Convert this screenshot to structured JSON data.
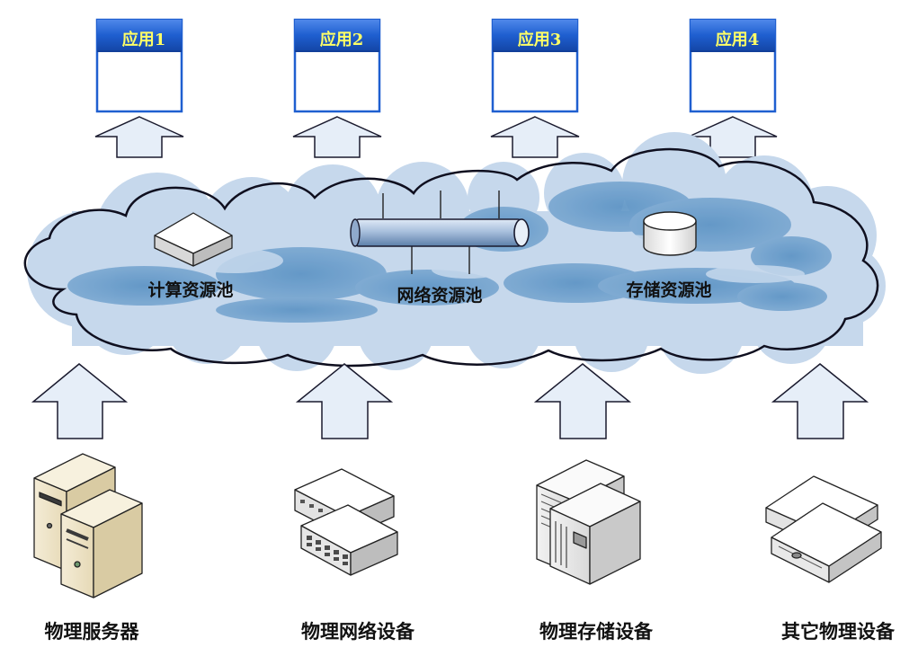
{
  "applications": [
    {
      "label": "应用1"
    },
    {
      "label": "应用2"
    },
    {
      "label": "应用3"
    },
    {
      "label": "应用4"
    }
  ],
  "cloud": {
    "pools": {
      "compute": "计算资源池",
      "network": "网络资源池",
      "storage": "存储资源池"
    }
  },
  "physical": [
    {
      "label": "物理服务器"
    },
    {
      "label": "物理网络设备"
    },
    {
      "label": "物理存储设备"
    },
    {
      "label": "其它物理设备"
    }
  ],
  "colors": {
    "app_header": "#1f5fd0",
    "app_title": "#ffff66",
    "arrow_fill": "#e6eef8",
    "arrow_stroke": "#1a1a2e",
    "cloud_light": "#c6d8ec",
    "cloud_dark": "#5e95c6"
  }
}
